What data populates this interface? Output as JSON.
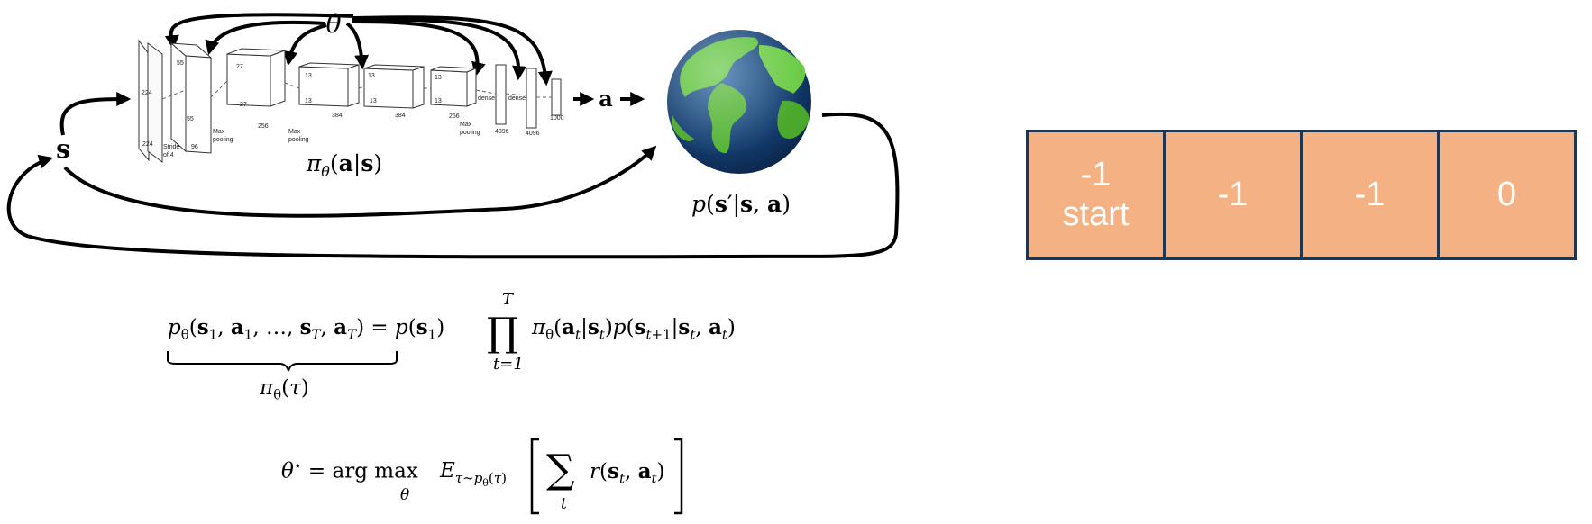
{
  "diagram": {
    "theta_label": "θ",
    "state_label": "s",
    "action_label": "a",
    "policy_label": "π_θ(a|s)",
    "dynamics_label": "p(s′|s, a)",
    "cnn": {
      "input_size_a": "224",
      "input_size_b": "224",
      "stride_label": "Stride",
      "stride_value": "of 4",
      "conv1_a": "55",
      "conv1_b": "55",
      "conv1_depth": "96",
      "pool1": "Max",
      "pool1b": "pooling",
      "conv2_a": "27",
      "conv2_b": "27",
      "conv2_depth": "256",
      "pool2": "Max",
      "pool2b": "pooling",
      "conv3_a": "13",
      "conv3_b": "13",
      "conv3_depth": "384",
      "conv4_a": "13",
      "conv4_b": "13",
      "conv4_depth": "384",
      "conv5_a": "13",
      "conv5_b": "13",
      "conv5_depth": "256",
      "pool3": "Max",
      "pool3b": "pooling",
      "dense1": "dense",
      "dense2": "dense",
      "fc1": "4096",
      "fc2": "4096",
      "fc3": "1000"
    }
  },
  "equations": {
    "trajectory_lhs": "p_θ(s₁, a₁, …, s_T, a_T)",
    "trajectory_rhs": "= p(s₁) ∏ π_θ(a_t|s_t) p(s_{t+1}|s_t, a_t)",
    "product_upper": "T",
    "product_lower": "t=1",
    "brace_label": "π_θ(τ)",
    "objective": "θ* = arg max_θ E_{τ∼p_θ(τ)} [ Σ_t r(s_t, a_t) ]"
  },
  "grid": {
    "cells": [
      {
        "value": "-1",
        "label": "start"
      },
      {
        "value": "-1",
        "label": ""
      },
      {
        "value": "-1",
        "label": ""
      },
      {
        "value": "0",
        "label": ""
      }
    ],
    "fill_color": "#f4b183",
    "border_color": "#1f3550",
    "text_color": "#ffffff"
  }
}
